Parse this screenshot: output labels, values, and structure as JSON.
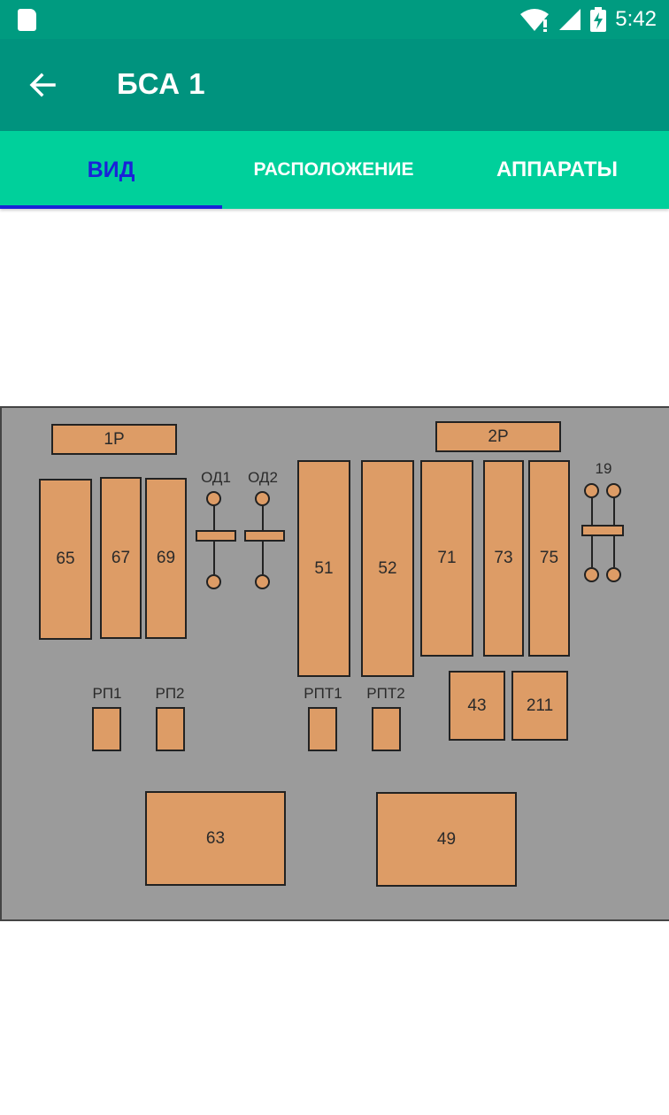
{
  "status_bar": {
    "time": "5:42",
    "icons": [
      "sd-card-icon",
      "wifi-icon",
      "cell-signal-icon",
      "battery-icon"
    ]
  },
  "app_bar": {
    "title": "БСА 1",
    "back_icon": "arrow-left-icon"
  },
  "tabs": [
    {
      "label": "ВИД",
      "active": true
    },
    {
      "label": "РАСПОЛОЖЕНИЕ",
      "active": false
    },
    {
      "label": "АППАРАТЫ",
      "active": false
    }
  ],
  "colors": {
    "status_bar": "#009b80",
    "app_bar": "#00937e",
    "tab_bar": "#00d09b",
    "tab_active": "#1a22d8",
    "panel": "#9b9b9b",
    "block_fill": "#dd9c66"
  },
  "diagram": {
    "blocks": {
      "b1r": "1Р",
      "b2r": "2Р",
      "b65": "65",
      "b67": "67",
      "b69": "69",
      "b51": "51",
      "b52": "52",
      "b71": "71",
      "b73": "73",
      "b75": "75",
      "b43": "43",
      "b211": "211",
      "b63": "63",
      "b49": "49"
    },
    "labels": {
      "od1": "ОД1",
      "od2": "ОД2",
      "l19": "19",
      "rp1": "РП1",
      "rp2": "РП2",
      "rpt1": "РПТ1",
      "rpt2": "РПТ2"
    }
  }
}
